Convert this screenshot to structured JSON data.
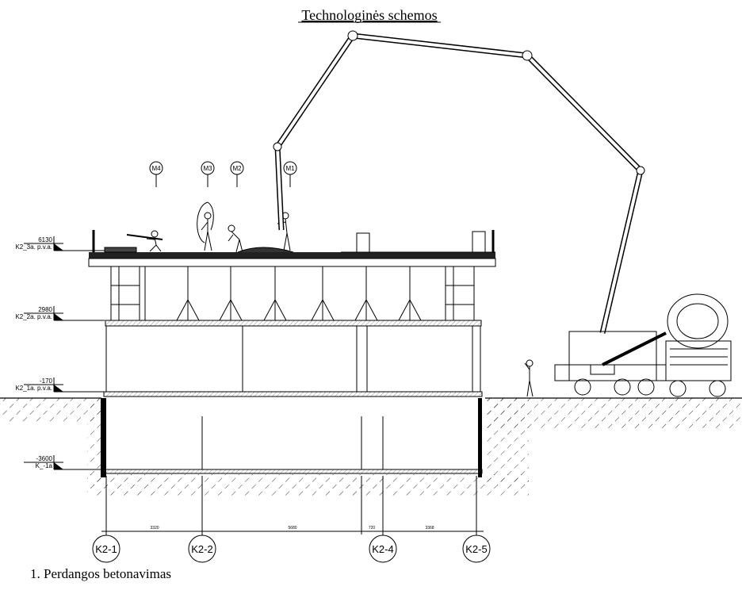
{
  "title": "Technologinės schemos",
  "caption": "1. Perdangos betonavimas",
  "levels": [
    {
      "value": "6130",
      "label": "K2_3a. p.v.a."
    },
    {
      "value": "2980",
      "label": "K2_2a. p.v.a."
    },
    {
      "value": "-170",
      "label": "K2_1a. p.v.a."
    },
    {
      "value": "-3600",
      "label": "K_-1a"
    }
  ],
  "workers": [
    "M4",
    "M3",
    "M2",
    "M1"
  ],
  "dimensions": [
    "3320",
    "5680",
    "720",
    "3368"
  ],
  "axes": [
    "K2-1",
    "K2-2",
    "K2-4",
    "K2-5"
  ]
}
